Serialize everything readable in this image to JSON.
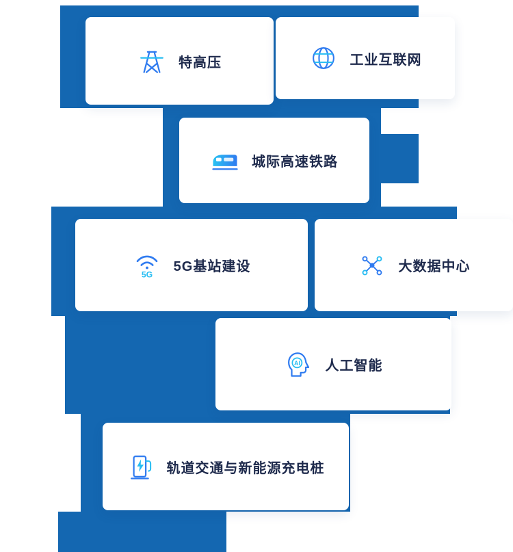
{
  "colors": {
    "background_blue": "#1467b1",
    "card_background": "#ffffff",
    "label_text": "#1e2a4c",
    "icon_primary": "#2f7bf0",
    "icon_accent": "#27bdf2"
  },
  "cards": [
    {
      "label": "特高压",
      "icon": "power-tower-icon"
    },
    {
      "label": "工业互联网",
      "icon": "globe-icon"
    },
    {
      "label": "城际高速铁路",
      "icon": "train-icon"
    },
    {
      "label": "5G基站建设",
      "icon": "5g-signal-icon",
      "icon_text": "5G"
    },
    {
      "label": "大数据中心",
      "icon": "network-nodes-icon"
    },
    {
      "label": "人工智能",
      "icon": "ai-head-icon",
      "icon_text": "AI"
    },
    {
      "label": "轨道交通与新能源充电桩",
      "icon": "ev-charger-icon"
    }
  ]
}
